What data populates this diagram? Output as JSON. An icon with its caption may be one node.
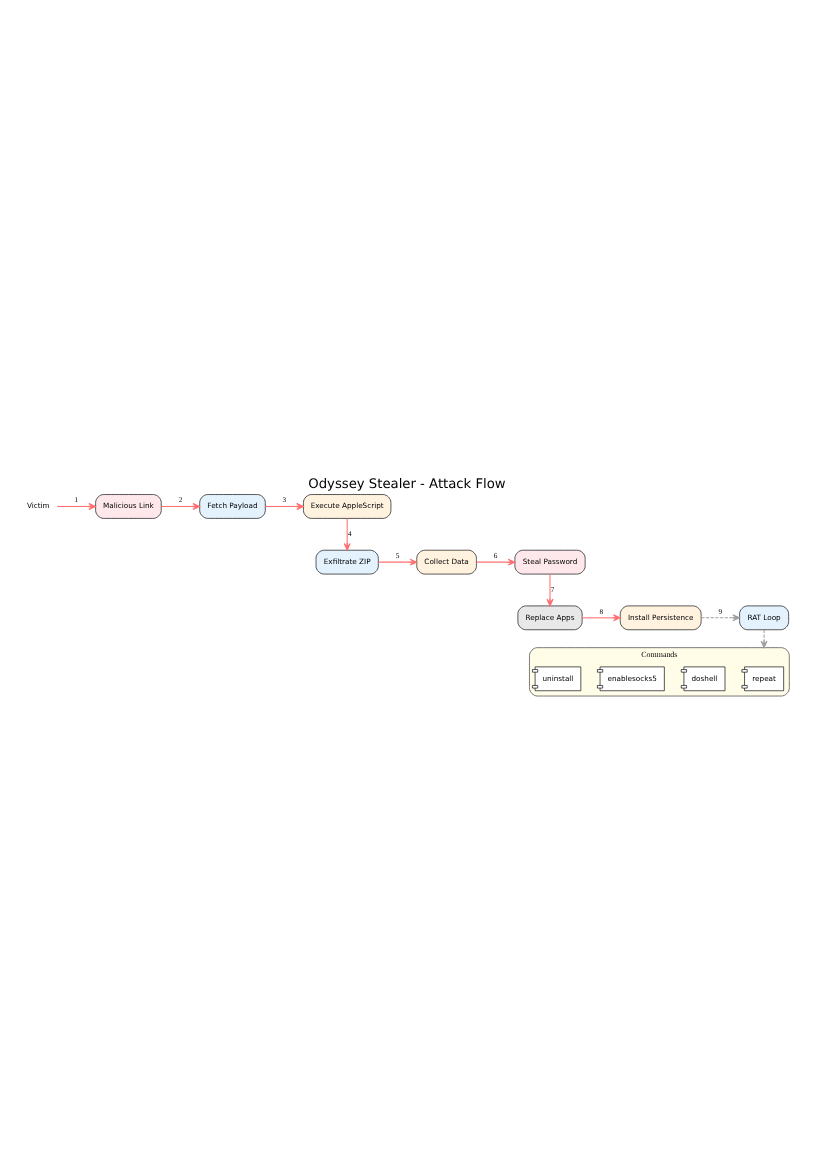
{
  "diagram": {
    "title": "Odyssey Stealer - Attack Flow",
    "nodes": [
      {
        "text": [
          "Victim"
        ]
      },
      {
        "text": [
          "Malicious Link"
        ]
      },
      {
        "text": [
          "Fetch Payload"
        ]
      },
      {
        "text": [
          "Execute AppleScript"
        ]
      },
      {
        "text": [
          "Exfiltrate ZIP"
        ]
      },
      {
        "text": [
          "Collect Data"
        ]
      },
      {
        "text": [
          "Steal Password"
        ]
      },
      {
        "text": [
          "Replace Apps"
        ]
      },
      {
        "text": [
          "Install Persistence"
        ]
      },
      {
        "text": [
          "RAT Loop"
        ]
      },
      {
        "text": [
          "Commands"
        ]
      },
      {
        "text": [
          "repeat"
        ],
        "in": 10
      },
      {
        "text": [
          "doshell"
        ],
        "in": 10
      },
      {
        "text": [
          "enablesocks5"
        ],
        "in": 10
      },
      {
        "text": [
          "uninstall"
        ],
        "in": 10
      }
    ],
    "edges": [
      {
        "from": 0,
        "to": 1,
        "arrow": "to",
        "label": "1"
      },
      {
        "from": 1,
        "to": 2,
        "arrow": "to",
        "label": "2"
      },
      {
        "from": 2,
        "to": 3,
        "arrow": "to",
        "label": "3"
      },
      {
        "from": 3,
        "to": 4,
        "arrow": "to",
        "label": "4"
      },
      {
        "from": 4,
        "to": 5,
        "arrow": "to",
        "label": "5"
      },
      {
        "from": 5,
        "to": 6,
        "arrow": "to",
        "label": "6"
      },
      {
        "from": 6,
        "to": 7,
        "arrow": "to",
        "label": "7"
      },
      {
        "from": 7,
        "to": 8,
        "arrow": "to",
        "label": "8"
      },
      {
        "from": 8,
        "to": 9,
        "arrow": "to",
        "label": "9",
        "style": "dashed",
        "color": "#a0a0a0"
      },
      {
        "from": 9,
        "to": 10,
        "arrow": "to",
        "style": "dashed",
        "color": "#a0a0a0"
      }
    ]
  }
}
